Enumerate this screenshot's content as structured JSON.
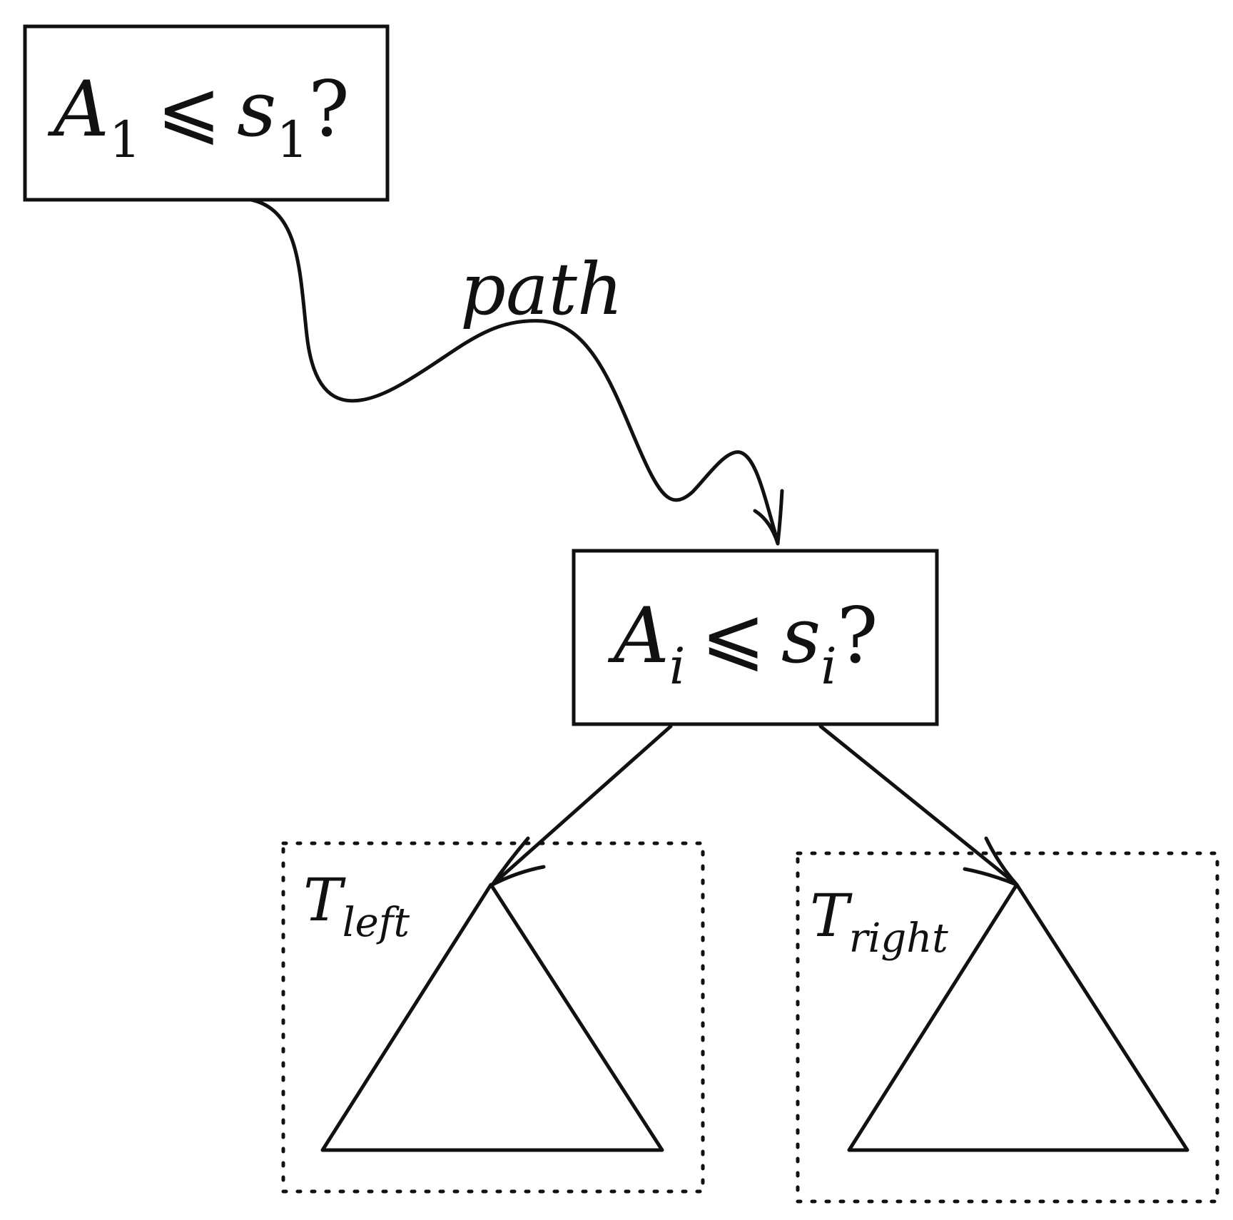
{
  "nodes": {
    "root": {
      "variable": "A",
      "variable_sub": "1",
      "relation": "⩽",
      "threshold": "s",
      "threshold_sub": "1",
      "suffix": "?"
    },
    "current": {
      "variable": "A",
      "variable_sub": "i",
      "relation": "⩽",
      "threshold": "s",
      "threshold_sub": "i",
      "suffix": "?"
    }
  },
  "edge": {
    "path_label": "path"
  },
  "subtrees": {
    "left": {
      "name": "T",
      "name_sub": "left"
    },
    "right": {
      "name": "T",
      "name_sub": "right"
    }
  },
  "colors": {
    "ink": "#111111",
    "background": "#ffffff"
  }
}
